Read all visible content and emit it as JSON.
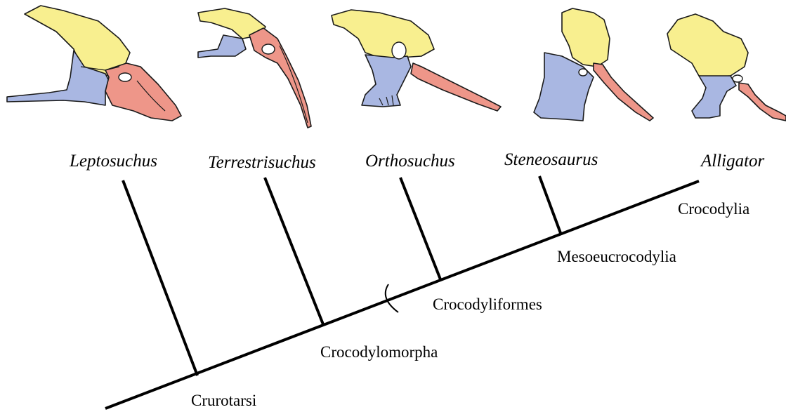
{
  "taxa": [
    {
      "name": "Leptosuchus",
      "color_ilium": "#f8ef8f",
      "color_pubis": "#a9b7e2",
      "color_ischium": "#ee9689"
    },
    {
      "name": "Terrestrisuchus"
    },
    {
      "name": "Orthosuchus"
    },
    {
      "name": "Steneosaurus"
    },
    {
      "name": "Alligator"
    }
  ],
  "clades": [
    {
      "name": "Crurotarsi"
    },
    {
      "name": "Crocodylomorpha"
    },
    {
      "name": "Crocodyliformes"
    },
    {
      "name": "Mesoeucrocodylia"
    },
    {
      "name": "Crocodylia"
    }
  ],
  "colors": {
    "ilium": "#f8ef8f",
    "pubis": "#a9b7e2",
    "ischium": "#ee9689",
    "line": "#000000"
  }
}
